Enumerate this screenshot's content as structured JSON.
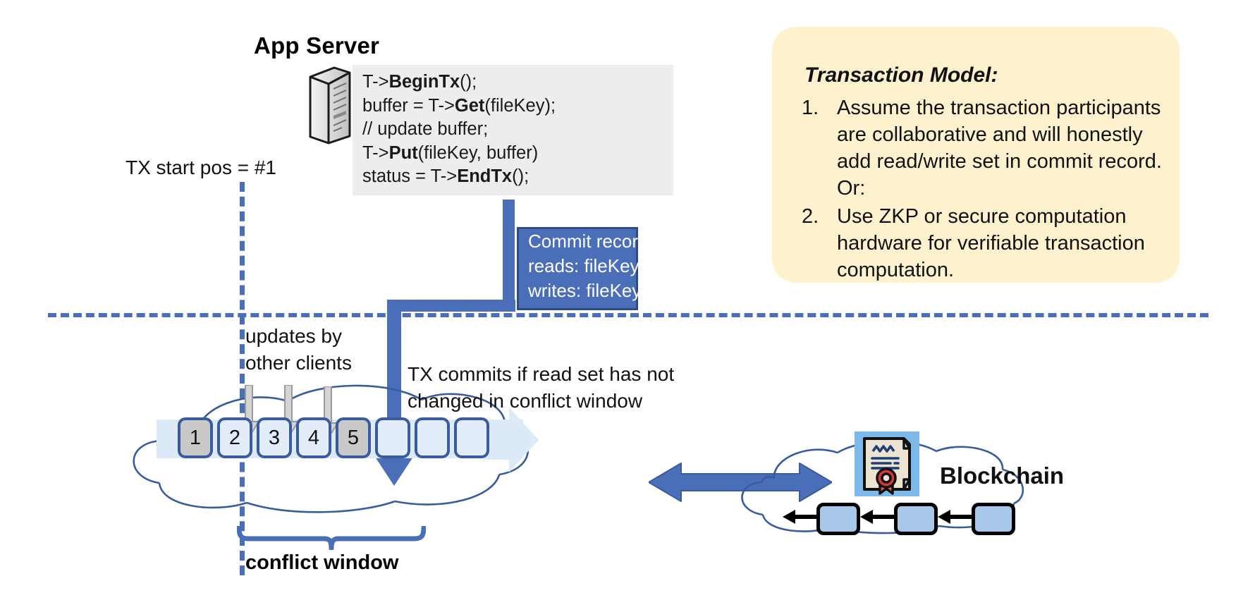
{
  "app_server": {
    "title": "App Server",
    "server_icon": "server-tower-icon"
  },
  "code_block": {
    "lines": [
      {
        "pre": "T->",
        "bold": "BeginTx",
        "post": "();"
      },
      {
        "pre": "buffer = T->",
        "bold": "Get",
        "post": "(fileKey);"
      },
      {
        "pre": "// update buffer;",
        "bold": "",
        "post": ""
      },
      {
        "pre": "T->",
        "bold": "Put",
        "post": "(fileKey, buffer)"
      },
      {
        "pre": "status = T->",
        "bold": "EndTx",
        "post": "();"
      }
    ],
    "plain": [
      "T->BeginTx();",
      "buffer = T->Get(fileKey);",
      "// update buffer;",
      "T->Put(fileKey, buffer)",
      "status = T->EndTx();"
    ]
  },
  "transaction_model": {
    "title": "Transaction Model:",
    "items": [
      {
        "num": "1.",
        "text": "Assume the transaction participants are collaborative and will honestly add read/write set in commit record.  Or:"
      },
      {
        "num": "2.",
        "text": "Use ZKP or secure computation hardware for verifiable transaction computation."
      }
    ],
    "bg_color": "#fdf2cd"
  },
  "commit_record": {
    "title": "Commit record:",
    "reads": "reads: fileKey",
    "writes": "writes: fileKey",
    "bg_color": "#4a6fb8",
    "border_color": "#2e4b86"
  },
  "tx_start": {
    "label": "TX start pos = #1"
  },
  "log": {
    "updates_label_line1": "updates by",
    "updates_label_line2": "other clients",
    "commit_note_line1": "TX commits if read set has not",
    "commit_note_line2": "changed in conflict window",
    "conflict_window_label": "conflict window",
    "slots": [
      {
        "label": "1",
        "state": "filled"
      },
      {
        "label": "2",
        "state": "empty"
      },
      {
        "label": "3",
        "state": "empty"
      },
      {
        "label": "4",
        "state": "empty"
      },
      {
        "label": "5",
        "state": "filled"
      },
      {
        "label": "",
        "state": "empty"
      },
      {
        "label": "",
        "state": "empty"
      },
      {
        "label": "",
        "state": "empty"
      }
    ]
  },
  "blockchain": {
    "label": "Blockchain",
    "cert_icon": "certificate-seal-icon",
    "blocks": [
      "block-1",
      "block-2",
      "block-3"
    ]
  },
  "colors": {
    "accent_blue": "#4a6fb8",
    "slot_border": "#3a5c9c",
    "slot_fill_light": "#e2edf9",
    "slot_fill_gray": "#c9c9c9",
    "cloud_stroke": "#3a5c9c",
    "callout_yellow": "#fdf2cd",
    "code_bg": "#ededed",
    "strip_blue": "#dce9f7",
    "seal_red": "#cf3a3a",
    "cert_bg": "#7cb9e8"
  }
}
